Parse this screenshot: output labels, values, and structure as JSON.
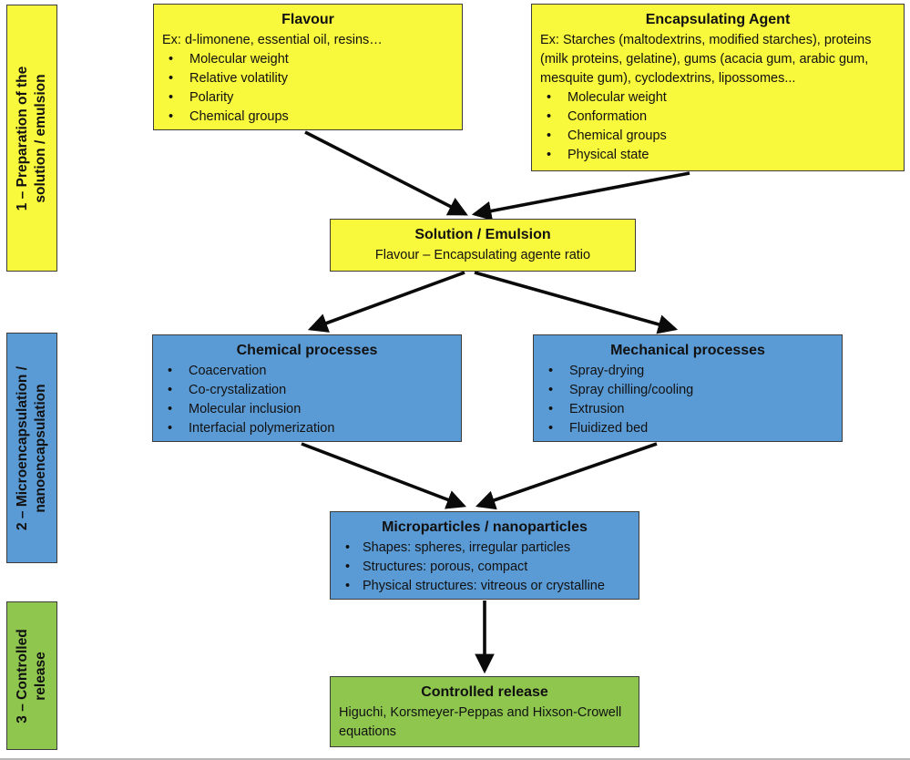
{
  "palette": {
    "yellow": "#f8f83c",
    "blue": "#5b9bd5",
    "green": "#8ec64e",
    "box_border": "#3c3c3c",
    "arrow": "#0a0a0a",
    "text": "#111111"
  },
  "meta": {
    "bullet_glyph": "•"
  },
  "sidebar": {
    "step1": {
      "label": "1 – Preparation of the solution / emulsion",
      "color": "#f8f83c"
    },
    "step2": {
      "label": "2 – Microencapsulation / nanoencapsulation",
      "color": "#5b9bd5"
    },
    "step3": {
      "label": "3 – Controlled release",
      "color": "#8ec64e"
    }
  },
  "boxes": {
    "flavour": {
      "title": "Flavour",
      "intro": "Ex: d-limonene, essential oil, resins…",
      "bullets": [
        "Molecular weight",
        "Relative volatility",
        "Polarity",
        "Chemical groups"
      ]
    },
    "encapsulating_agent": {
      "title": "Encapsulating Agent",
      "intro": "Ex: Starches (maltodextrins, modified starches), proteins (milk proteins, gelatine), gums (acacia gum, arabic gum, mesquite gum), cyclodextrins, lipossomes...",
      "bullets": [
        "Molecular weight",
        "Conformation",
        "Chemical groups",
        "Physical state"
      ]
    },
    "solution_emulsion": {
      "title": "Solution / Emulsion",
      "subtitle": "Flavour – Encapsulating agente ratio"
    },
    "chemical_processes": {
      "title": "Chemical processes",
      "bullets": [
        "Coacervation",
        "Co-crystalization",
        "Molecular inclusion",
        "Interfacial polymerization"
      ]
    },
    "mechanical_processes": {
      "title": "Mechanical processes",
      "bullets": [
        "Spray-drying",
        "Spray chilling/cooling",
        "Extrusion",
        "Fluidized bed"
      ]
    },
    "microparticles": {
      "title": "Microparticles / nanoparticles",
      "bullets": [
        "Shapes: spheres, irregular particles",
        "Structures: porous, compact",
        "Physical structures: vitreous or crystalline"
      ]
    },
    "controlled_release": {
      "title": "Controlled release",
      "body": "Higuchi, Korsmeyer-Peppas and Hixson-Crowell equations"
    }
  },
  "connections": [
    "flavour → solution/emulsion",
    "encapsulating agent → solution/emulsion",
    "solution/emulsion → chemical processes",
    "solution/emulsion → mechanical processes",
    "chemical processes → microparticles/nanoparticles",
    "mechanical processes → microparticles/nanoparticles",
    "microparticles/nanoparticles → controlled release"
  ]
}
